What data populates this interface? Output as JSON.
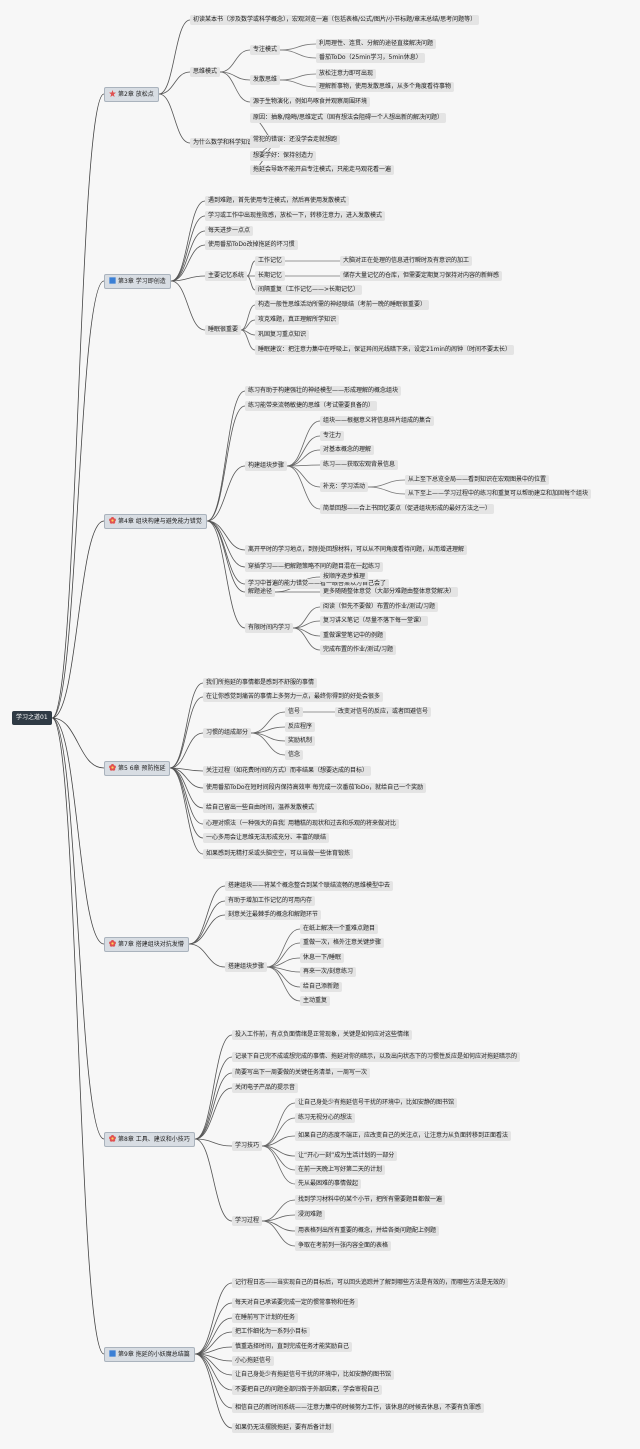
{
  "root": "学习之道01",
  "chapters": [
    {
      "label": "第2章 放松点",
      "icon": "star-icon",
      "icon_color": "#e05050",
      "items": [
        {
          "text": "初读某本书（涉及数学或科学概念），宏观浏览一遍（包括表格/公式/图片/小节标题/章末总结/思考问题等）"
        },
        {
          "text": "思维模式",
          "children": [
            {
              "text": "专注模式",
              "children": [
                {
                  "text": "利用理性、连贯、分解的途径直接解决问题"
                },
                {
                  "text": "番茄ToDo（25min学习，5min休息）"
                }
              ]
            },
            {
              "text": "发散思维",
              "children": [
                {
                  "text": "放松注意力即可出现"
                },
                {
                  "text": "理解新事物，使用发散思维，从多个角度看待事物"
                }
              ]
            },
            {
              "text": "源于生物演化，例如鸟啄食并观察周围环境"
            }
          ]
        },
        {
          "text": "为什么数学和科学知识更难对付",
          "children": [
            {
              "text": "原因：抽象/隐晦/思维定式（固有想法会阻碍一个人想出新的解决问题）"
            },
            {
              "text": "常犯的错误：还没学会走就想跑"
            },
            {
              "text": "想要学好：保持创造力"
            },
            {
              "text": "拖延会导致不能开启专注模式，只能走马观花看一遍"
            }
          ]
        }
      ]
    },
    {
      "label": "第3章 学习即创造",
      "icon": "square-icon",
      "icon_color": "#3a7fd5",
      "items": [
        {
          "text": "遇到难题，首先使用专注模式，然后再使用发散模式"
        },
        {
          "text": "学习或工作中出现挫败感，放松一下，转移注意力，进入发散模式"
        },
        {
          "text": "每天进步一点点"
        },
        {
          "text": "使用番茄ToDo改掉拖延的坏习惯"
        },
        {
          "text": "主要记忆系统",
          "children": [
            {
              "text": "工作记忆",
              "children": [
                {
                  "text": "大脑对正在处理的信息进行瞬时及有意识的加工"
                }
              ]
            },
            {
              "text": "长期记忆",
              "children": [
                {
                  "text": "储存大量记忆的仓库，但需要定期复习保持对内容的新鲜感"
                }
              ]
            },
            {
              "text": "间隔重复（工作记忆——>长期记忆）"
            }
          ]
        },
        {
          "text": "睡眠很重要",
          "children": [
            {
              "text": "构造一般性思维活动所需的神经联结（考前一晚的睡眠很重要）"
            },
            {
              "text": "攻克难题，真正理解所学知识"
            },
            {
              "text": "巩固复习重点知识"
            },
            {
              "text": "睡眠建议：把注意力集中在呼吸上，保证异间光线暗下来，设定21min的闹钟（时间不要太长）"
            }
          ]
        }
      ]
    },
    {
      "label": "第4章 组块构建与避免能力错觉",
      "icon": "flower-icon",
      "icon_color": "#e05050",
      "items": [
        {
          "text": "练习有助于构建强壮的神经模型——形成理解的概念组块"
        },
        {
          "text": "练习能带来流畅敏捷的思维（考试需要良备的）"
        },
        {
          "text": "构建组块步骤",
          "children": [
            {
              "text": "组块——根据意义将信息碎片组成的集合"
            },
            {
              "text": "专注力"
            },
            {
              "text": "对基本概念的理解"
            },
            {
              "text": "练习——获取宏观背景信息"
            },
            {
              "text": "补充：学习活动",
              "children": [
                {
                  "text": "从上至下总览全局——看到知识在宏观图景中的位置"
                },
                {
                  "text": "从下至上——学习过程中的练习和重复可以帮助建立和加固每个组块"
                }
              ]
            },
            {
              "text": "简单回想——合上书回忆要点（促进组块形成的最好方法之一）"
            }
          ]
        },
        {
          "text": "离开平时的学习地点，到别处回想材料，可以从不同角度看待问题，从而增进理解"
        },
        {
          "text": "穿插学习——把解题策略不同的题目混在一起练习"
        },
        {
          "text": "学习中普遍的能力错觉——看一眼答案以为自己会了"
        },
        {
          "text": "解题途径",
          "children": [
            {
              "text": "按顺序逐步推理"
            },
            {
              "text": "更多随随整体意觉（大部分难题由整体意觉解决）"
            }
          ]
        },
        {
          "text": "有限时间内学习",
          "children": [
            {
              "text": "阅读（但先不要做）布置的作业/测试/习题"
            },
            {
              "text": "复习讲义笔记（尽量不落下每一堂课）"
            },
            {
              "text": "重做课堂笔记中的例题"
            },
            {
              "text": "完成布置的作业/测试/习题"
            }
          ]
        }
      ]
    },
    {
      "label": "第5 6章 预防拖延",
      "icon": "flower-icon",
      "icon_color": "#e05050",
      "items": [
        {
          "text": "我们所拖延的事情都是感到不舒服的事情"
        },
        {
          "text": "在让你感觉到痛苦的事情上多努力一点，最终你得到的好处会很多"
        },
        {
          "text": "习惯的组成部分",
          "children": [
            {
              "text": "信号",
              "children": [
                {
                  "text": "改变对信号的反应，或者回避信号"
                }
              ]
            },
            {
              "text": "反应程序"
            },
            {
              "text": "奖励机制"
            },
            {
              "text": "信念"
            }
          ]
        },
        {
          "text": "关注过程（如花费时间的方式）而非结果（想要达成的目标）"
        },
        {
          "text": "使用番茄ToDo在短时间段内保持高效率 每完成一次番茄ToDo，就给自己一个奖励"
        },
        {
          "text": "给自己留出一些自由时间，温养发散模式"
        },
        {
          "text": "心理对照法（一种强大的自我激励方法）",
          "children": [
            {
              "text": "用糟糕的现状和过去和乐观的将来做对比"
            }
          ]
        },
        {
          "text": "一心多用会让思维无法形成充分、丰富的联结"
        },
        {
          "text": "如果感到无精打采或头脑空空，可以当做一些体育锻炼"
        }
      ]
    },
    {
      "label": "第7章 搭建组块对抗发懵",
      "icon": "flower-icon",
      "icon_color": "#e05050",
      "items": [
        {
          "text": "搭建组块——将某个概念整合到某个联结流畅的思维模型中去"
        },
        {
          "text": "有助于增加工作记忆的可用内存"
        },
        {
          "text": "刻意关注最棘手的概念和解题环节"
        },
        {
          "text": "搭建组块步骤",
          "children": [
            {
              "text": "在纸上解决一个重难点题目"
            },
            {
              "text": "重做一次，格外注意关键步骤"
            },
            {
              "text": "休息一下/睡眠"
            },
            {
              "text": "再来一次/刻意练习"
            },
            {
              "text": "给自己添新题"
            },
            {
              "text": "主动重复"
            }
          ]
        }
      ]
    },
    {
      "label": "第8章 工具、建议和小技巧",
      "icon": "flower-icon",
      "icon_color": "#e05050",
      "items": [
        {
          "text": "投入工作前，有点负面情绪是正常现象，关键是如何应对这些情绪"
        },
        {
          "text": "记录下自己完不成或想完成的事情、拖延对你的暗示，以及出向状态下的习惯性反应是如何应对拖延暗示的"
        },
        {
          "text": "简要写出下一周要做的关键任务清单，一周写一次"
        },
        {
          "text": "关闭电子产品的提示音"
        },
        {
          "text": "学习技巧",
          "children": [
            {
              "text": "让自己身处少有拖延信号干扰的环境中，比如安静的图书馆"
            },
            {
              "text": "练习无视分心的想法"
            },
            {
              "text": "如果自己的态度不端正，应改变自己的关注点，让注意力从负面转移到正面看法"
            },
            {
              "text": "让“开心一刻”成为生活计划的一部分"
            },
            {
              "text": "在前一天晚上写好第二天的计划"
            },
            {
              "text": "先从最困难的事情做起"
            }
          ]
        },
        {
          "text": "学习过程",
          "children": [
            {
              "text": "找到学习材料中的某个小节，把所有需要题目都做一遍"
            },
            {
              "text": "浸润难题"
            },
            {
              "text": "用表格列出所有重要的概念，并给各类问题配上例题"
            },
            {
              "text": "争取在考前列一张内容全面的表格"
            }
          ]
        }
      ]
    },
    {
      "label": "第9章 拖延的小妖魔总结篇",
      "icon": "square-icon",
      "icon_color": "#3a7fd5",
      "items": [
        {
          "text": "记行程日志——当实现自己的目标后，可以回头追踪并了解到哪些方法是有效的，而哪些方法是无效的"
        },
        {
          "text": "每天对自己承诺要完成一定的惯常事物和任务"
        },
        {
          "text": "在睡前写下计划的任务"
        },
        {
          "text": "把工作细化为一系列小目标"
        },
        {
          "text": "慎重选择时间，直到完成任务才能奖励自己"
        },
        {
          "text": "小心拖延信号"
        },
        {
          "text": "让自己身处少有拖延信号干扰的环境中，比如安静的图书馆"
        },
        {
          "text": "不要把自己的问题全部归咎于外部因素，学会审视自己"
        },
        {
          "text": "相信自己的新时间系统——注意力集中的时候努力工作，该休息的时候去休息，不要有负罪感"
        },
        {
          "text": "如果仍无法摆脱拖延，要有后备计划"
        }
      ]
    }
  ]
}
